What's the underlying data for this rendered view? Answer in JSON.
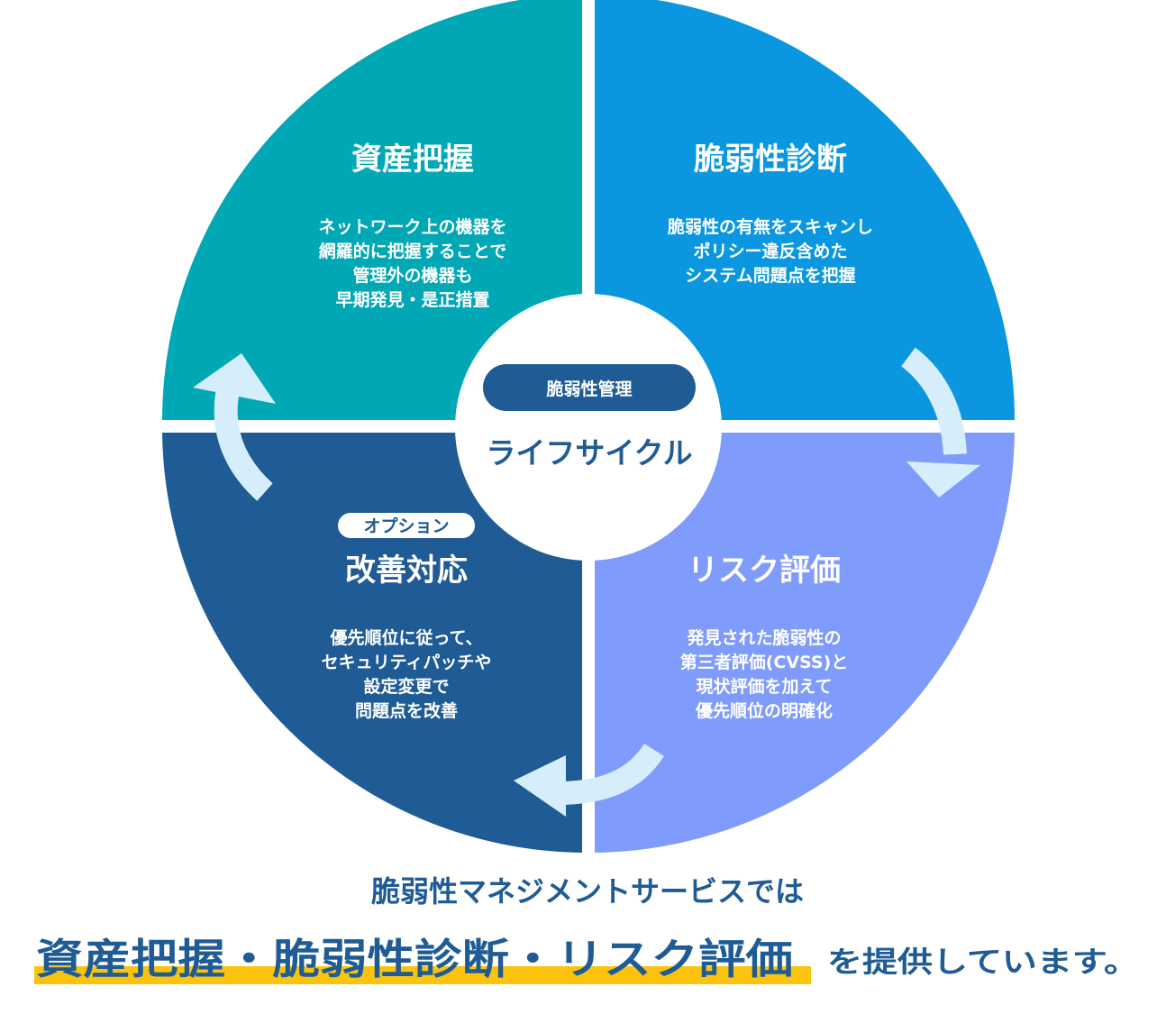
{
  "colors": {
    "asset": "#00a7b5",
    "diagnosis": "#0a97df",
    "risk": "#7f9bfb",
    "remediation": "#1f5b94",
    "arrow": "#d6eefb",
    "highlight": "#fbc30d",
    "text_dark": "#1f5b94"
  },
  "center": {
    "pill_label": "脆弱性管理",
    "main_label": "ライフサイクル"
  },
  "quadrants": {
    "asset": {
      "title": "資産把握",
      "lines": [
        "ネットワーク上の機器を",
        "網羅的に把握することで",
        "管理外の機器も",
        "早期発見・是正措置"
      ]
    },
    "diagnosis": {
      "title": "脆弱性診断",
      "lines": [
        "脆弱性の有無をスキャンし",
        "ポリシー違反含めた",
        "システム問題点を把握"
      ]
    },
    "risk": {
      "title": "リスク評価",
      "lines": [
        "発見された脆弱性の",
        "第三者評価(CVSS)と",
        "現状評価を加えて",
        "優先順位の明確化"
      ]
    },
    "remediation": {
      "badge": "オプション",
      "title": "改善対応",
      "lines": [
        "優先順位に従って、",
        "セキュリティパッチや",
        "設定変更で",
        "問題点を改善"
      ]
    }
  },
  "bottom": {
    "lead": "脆弱性マネジメントサービスでは",
    "highlight": "資産把握・脆弱性診断・リスク評価",
    "tail": "を提供しています。"
  }
}
